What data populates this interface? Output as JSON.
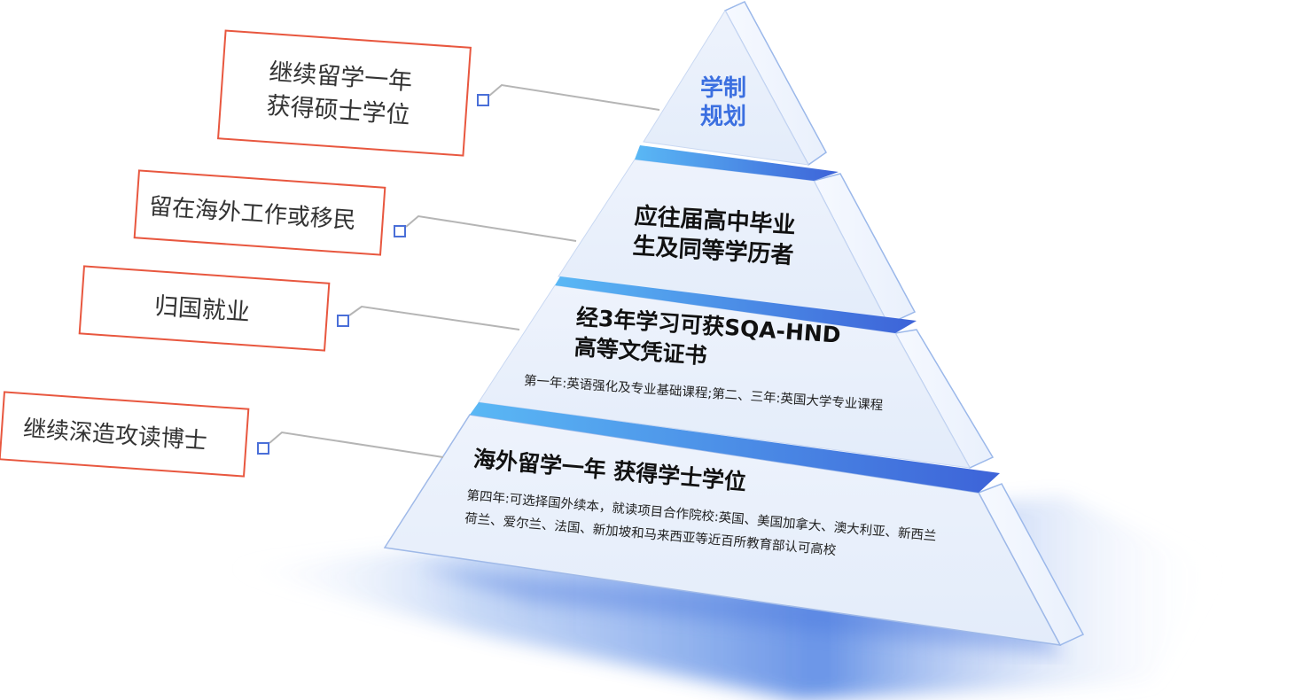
{
  "apex": {
    "line1": "学制",
    "line2": "规划"
  },
  "tiers": [
    {
      "title_lines": [
        "应往届高中毕业",
        "生及同等学历者"
      ]
    },
    {
      "title_lines": [
        "经3年学习可获SQA-HND",
        "高等文凭证书"
      ],
      "desc_lines": [
        "第一年:英语强化及专业基础课程;第二、三年:英国大学专业课程"
      ]
    },
    {
      "title_lines": [
        "海外留学一年 获得学士学位"
      ],
      "desc_lines": [
        "第四年:可选择国外续本，就读项目合作院校:英国、美国加拿大、澳大利亚、新西兰",
        "荷兰、爱尔兰、法国、新加坡和马来西亚等近百所教育部认可高校"
      ]
    }
  ],
  "outcomes": [
    {
      "lines": [
        "继续留学一年",
        "获得硕士学位"
      ]
    },
    {
      "lines": [
        "留在海外工作或移民"
      ]
    },
    {
      "lines": [
        "归国就业"
      ]
    },
    {
      "lines": [
        "继续深造攻读博士"
      ]
    }
  ],
  "colors": {
    "label_border": "#e8573f",
    "apex_text": "#3b6fe0",
    "connector": "#b5b5b5",
    "node_border": "#4a6fd8",
    "tier_fill": "#e8f0fb",
    "edge_light": "#5ab8f5",
    "edge_dark": "#3d63d8"
  }
}
